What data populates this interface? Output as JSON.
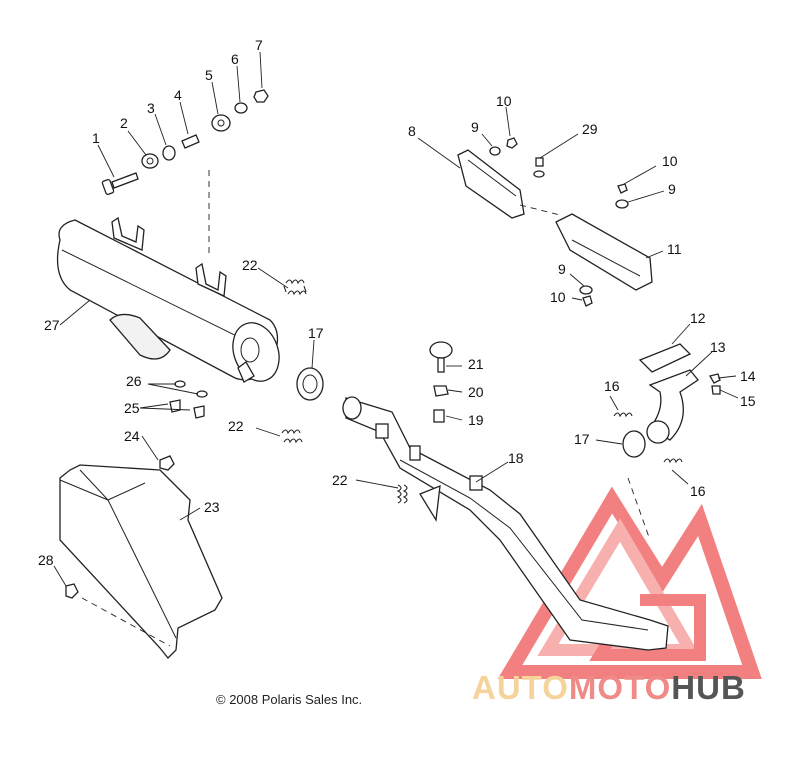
{
  "labels": [
    "1",
    "2",
    "3",
    "4",
    "5",
    "6",
    "7",
    "8",
    "9",
    "9",
    "9",
    "10",
    "10",
    "10",
    "11",
    "12",
    "13",
    "14",
    "15",
    "16",
    "16",
    "17",
    "17",
    "18",
    "19",
    "20",
    "21",
    "22",
    "22",
    "22",
    "23",
    "24",
    "25",
    "26",
    "27",
    "28",
    "29"
  ],
  "copyright": "© 2008 Polaris Sales Inc.",
  "watermark": {
    "part1": "AUTO",
    "part2": "MOTO",
    "part3": "HUB",
    "colors": {
      "auto": "#f6d39a",
      "moto": "#f08a86",
      "hub": "#555555",
      "logo": "#f26b6b"
    }
  }
}
